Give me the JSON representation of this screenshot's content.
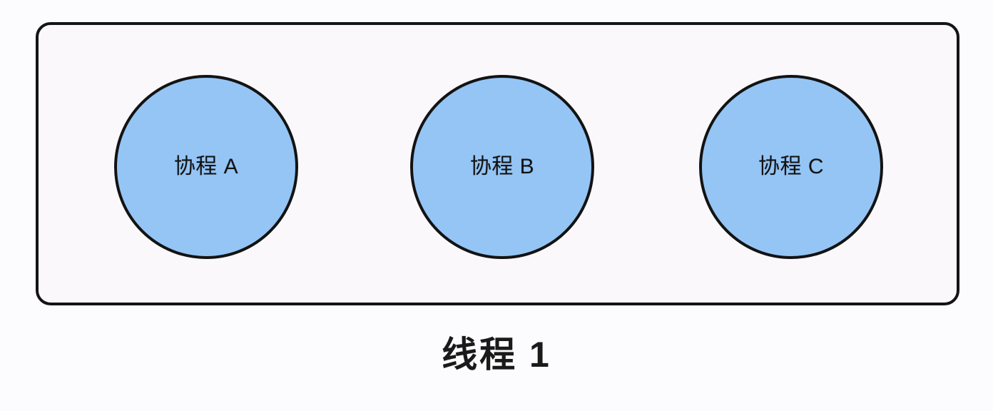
{
  "diagram": {
    "title": "线程 1",
    "container": {
      "name": "thread-box",
      "border_color": "#141414",
      "fill_color": "#faf8fb"
    },
    "page_background": "#fcfbfd",
    "node_fill_color": "#94c5f5",
    "node_border_color": "#131313",
    "text_color": "#131313",
    "nodes": [
      {
        "id": "a",
        "label": "协程 A"
      },
      {
        "id": "b",
        "label": "协程 B"
      },
      {
        "id": "c",
        "label": "协程 C"
      }
    ],
    "caption": "线程 1"
  }
}
